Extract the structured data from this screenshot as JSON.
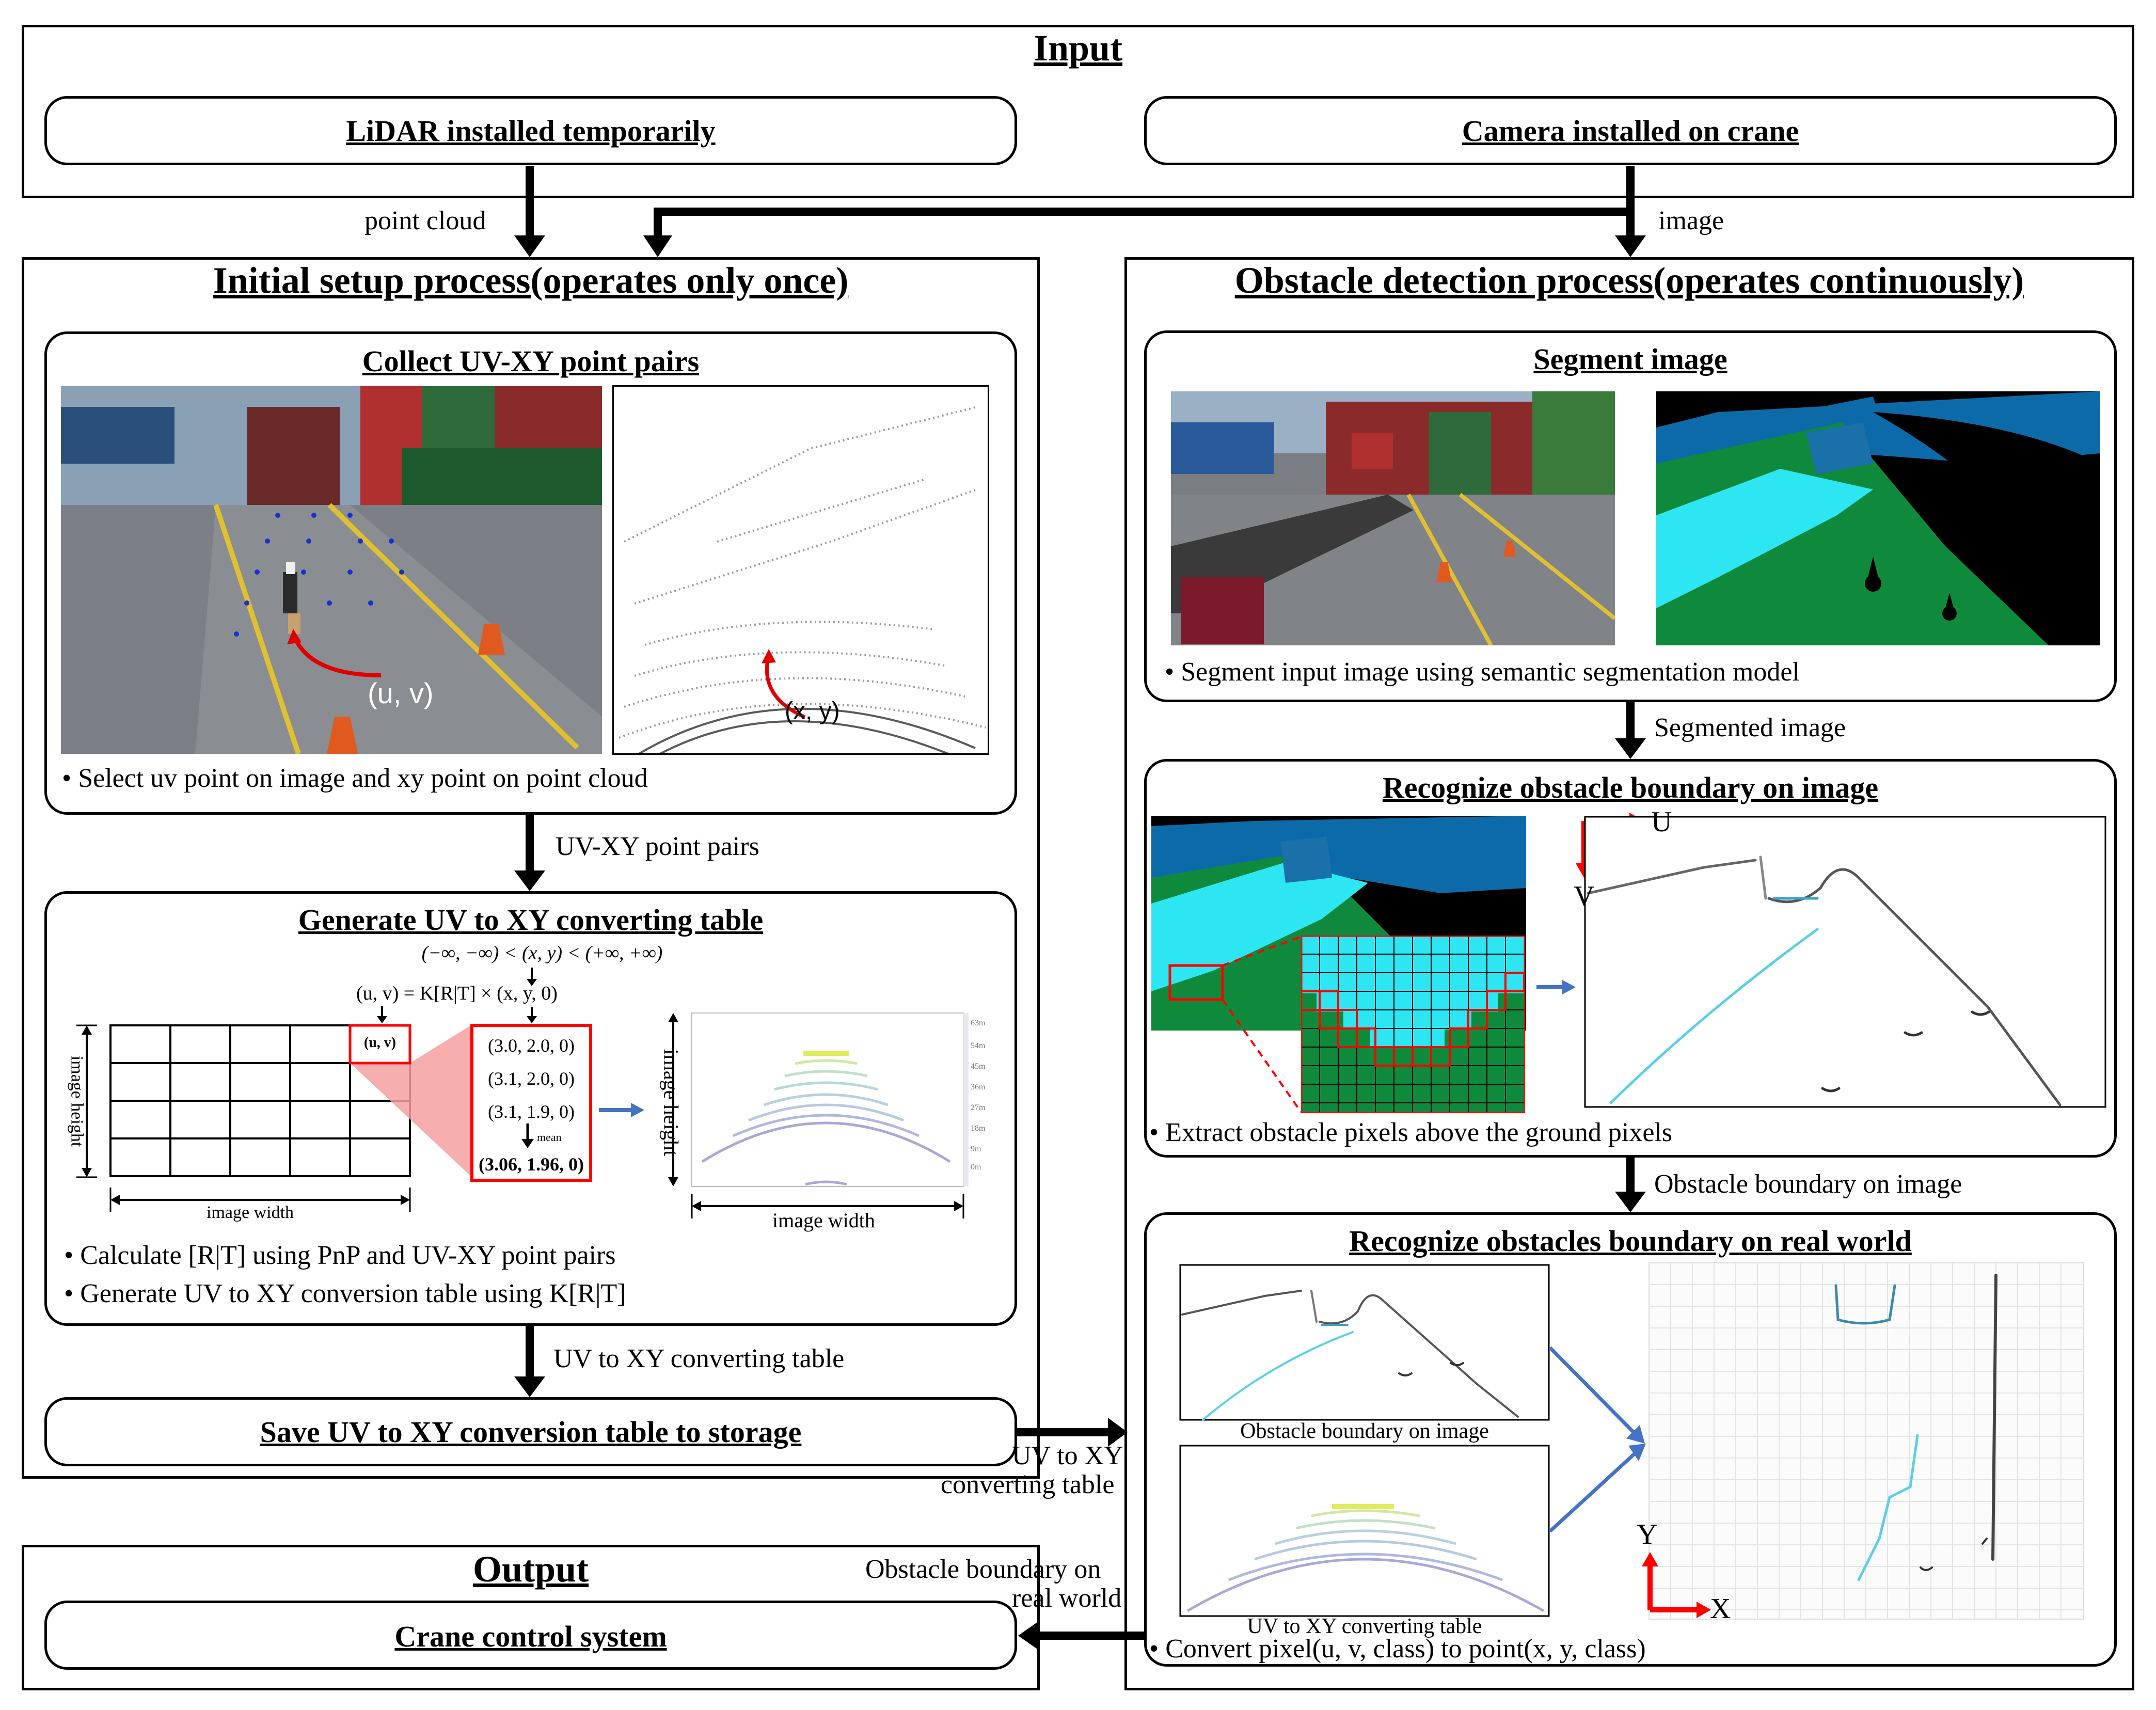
{
  "input": {
    "title": "Input",
    "lidar": "LiDAR installed temporarily",
    "camera": "Camera installed  on crane"
  },
  "flows": {
    "point_cloud": "point cloud",
    "image": "image",
    "uv_xy_pairs": "UV-XY  point pairs",
    "uv_xy_table": "UV to XY converting table",
    "segmented": "Segmented image",
    "obstacle_boundary_image": "Obstacle boundary on image",
    "uv_xy_table_line1": "UV to XY",
    "uv_xy_table_line2": "converting table",
    "obstacle_real_line1": "Obstacle boundary on",
    "obstacle_real_line2": "real world"
  },
  "setup": {
    "title": "Initial setup process(operates only once)",
    "collect": {
      "title": "Collect UV-XY point pairs",
      "uv_label": "(u, v)",
      "xy_label": "(x, y)",
      "bullet": "•  Select uv point on image and xy point on point cloud"
    },
    "generate": {
      "title": "Generate UV to XY converting table",
      "eq_range": "(−∞, −∞) < (x, y) < (+∞, +∞)",
      "eq_proj": "(u, v) = K[R|T] × (x, y, 0)",
      "cell_uv": "(u, v)",
      "values": [
        "(3.0, 2.0, 0)",
        "(3.1, 2.0, 0)",
        "(3.1, 1.9, 0)"
      ],
      "mean_label": "mean",
      "mean_value": "(3.06, 1.96, 0)",
      "image_height": "image height",
      "image_width": "image width",
      "scale_ticks": [
        "63m",
        "54m",
        "45m",
        "36m",
        "27m",
        "18m",
        "9m",
        "0m"
      ],
      "bullets": [
        "•  Calculate [R|T] using PnP and UV-XY point pairs",
        "•  Generate UV to XY conversion table using K[R|T]"
      ]
    },
    "save": "Save UV to XY conversion table to storage"
  },
  "detect": {
    "title": "Obstacle detection  process(operates continuously)",
    "segment": {
      "title": "Segment image",
      "bullet": "•  Segment input image using semantic segmentation model"
    },
    "recognize_image": {
      "title": "Recognize obstacle boundary  on image",
      "axis_u": "U",
      "axis_v": "V",
      "bullet": "•  Extract obstacle pixels above the ground pixels"
    },
    "recognize_world": {
      "title": "Recognize obstacles boundary  on real world",
      "cap_boundary": "Obstacle boundary on image",
      "cap_table": "UV to XY converting table",
      "axis_x": "X",
      "axis_y": "Y",
      "bullet": "•  Convert pixel(u, v, class) to point(x, y, class)"
    }
  },
  "output": {
    "title": "Output",
    "crane": "Crane control system"
  },
  "colors": {
    "sky": "#0d6aa8",
    "ground_green": "#0f8a3c",
    "cyan": "#2ee6f2",
    "red": "#ff0000",
    "blue_arrow": "#4472c4"
  }
}
